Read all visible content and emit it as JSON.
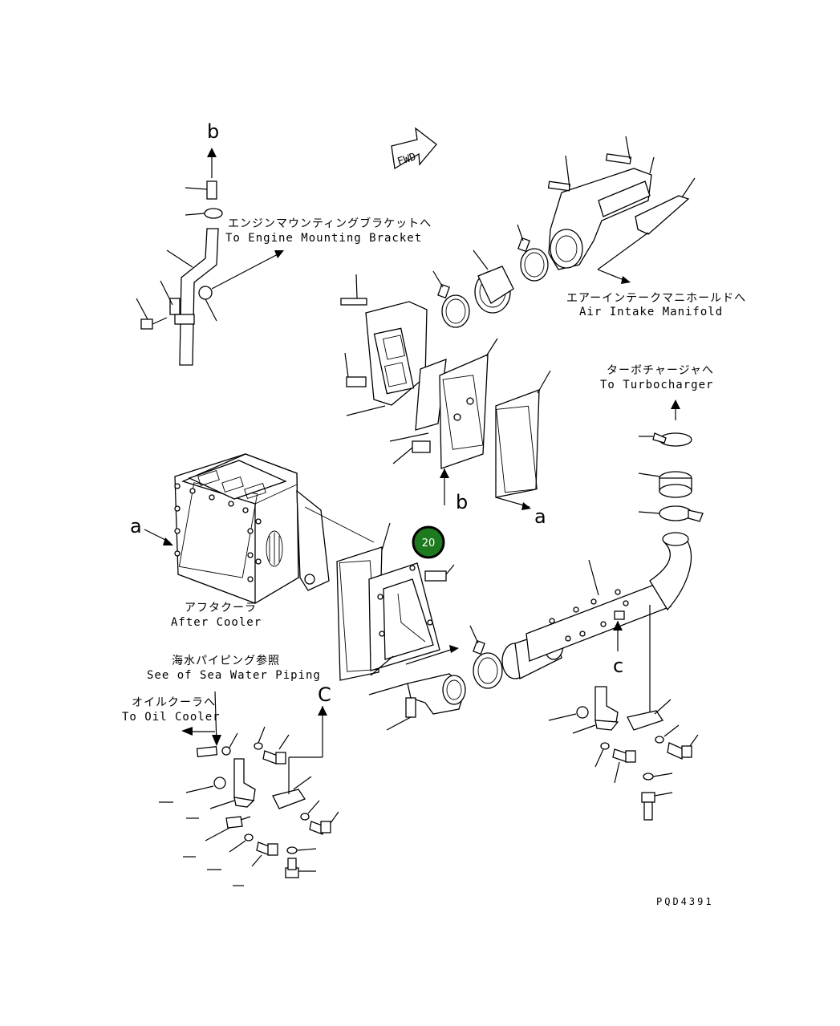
{
  "labels": {
    "engine_mount_jp": "エンジンマウンティングブラケットへ",
    "engine_mount_en": "To Engine Mounting Bracket",
    "air_intake_jp": "エアーインテークマニホールドへ",
    "air_intake_en": "Air Intake Manifold",
    "turbo_jp": "ターボチャージャへ",
    "turbo_en": "To Turbocharger",
    "after_cooler_jp": "アフタクーラ",
    "after_cooler_en": "After Cooler",
    "sea_water_jp": "海水パイピング参照",
    "sea_water_en": "See of Sea Water Piping",
    "oil_cooler_jp": "オイルクーラへ",
    "oil_cooler_en": "To Oil Cooler",
    "fwd": "FWD",
    "drawing_no": "PQD4391"
  },
  "refs": {
    "a": "a",
    "b": "b",
    "c": "c",
    "C": "C"
  },
  "callout": {
    "number": "20",
    "color": "#1e7a1e"
  }
}
